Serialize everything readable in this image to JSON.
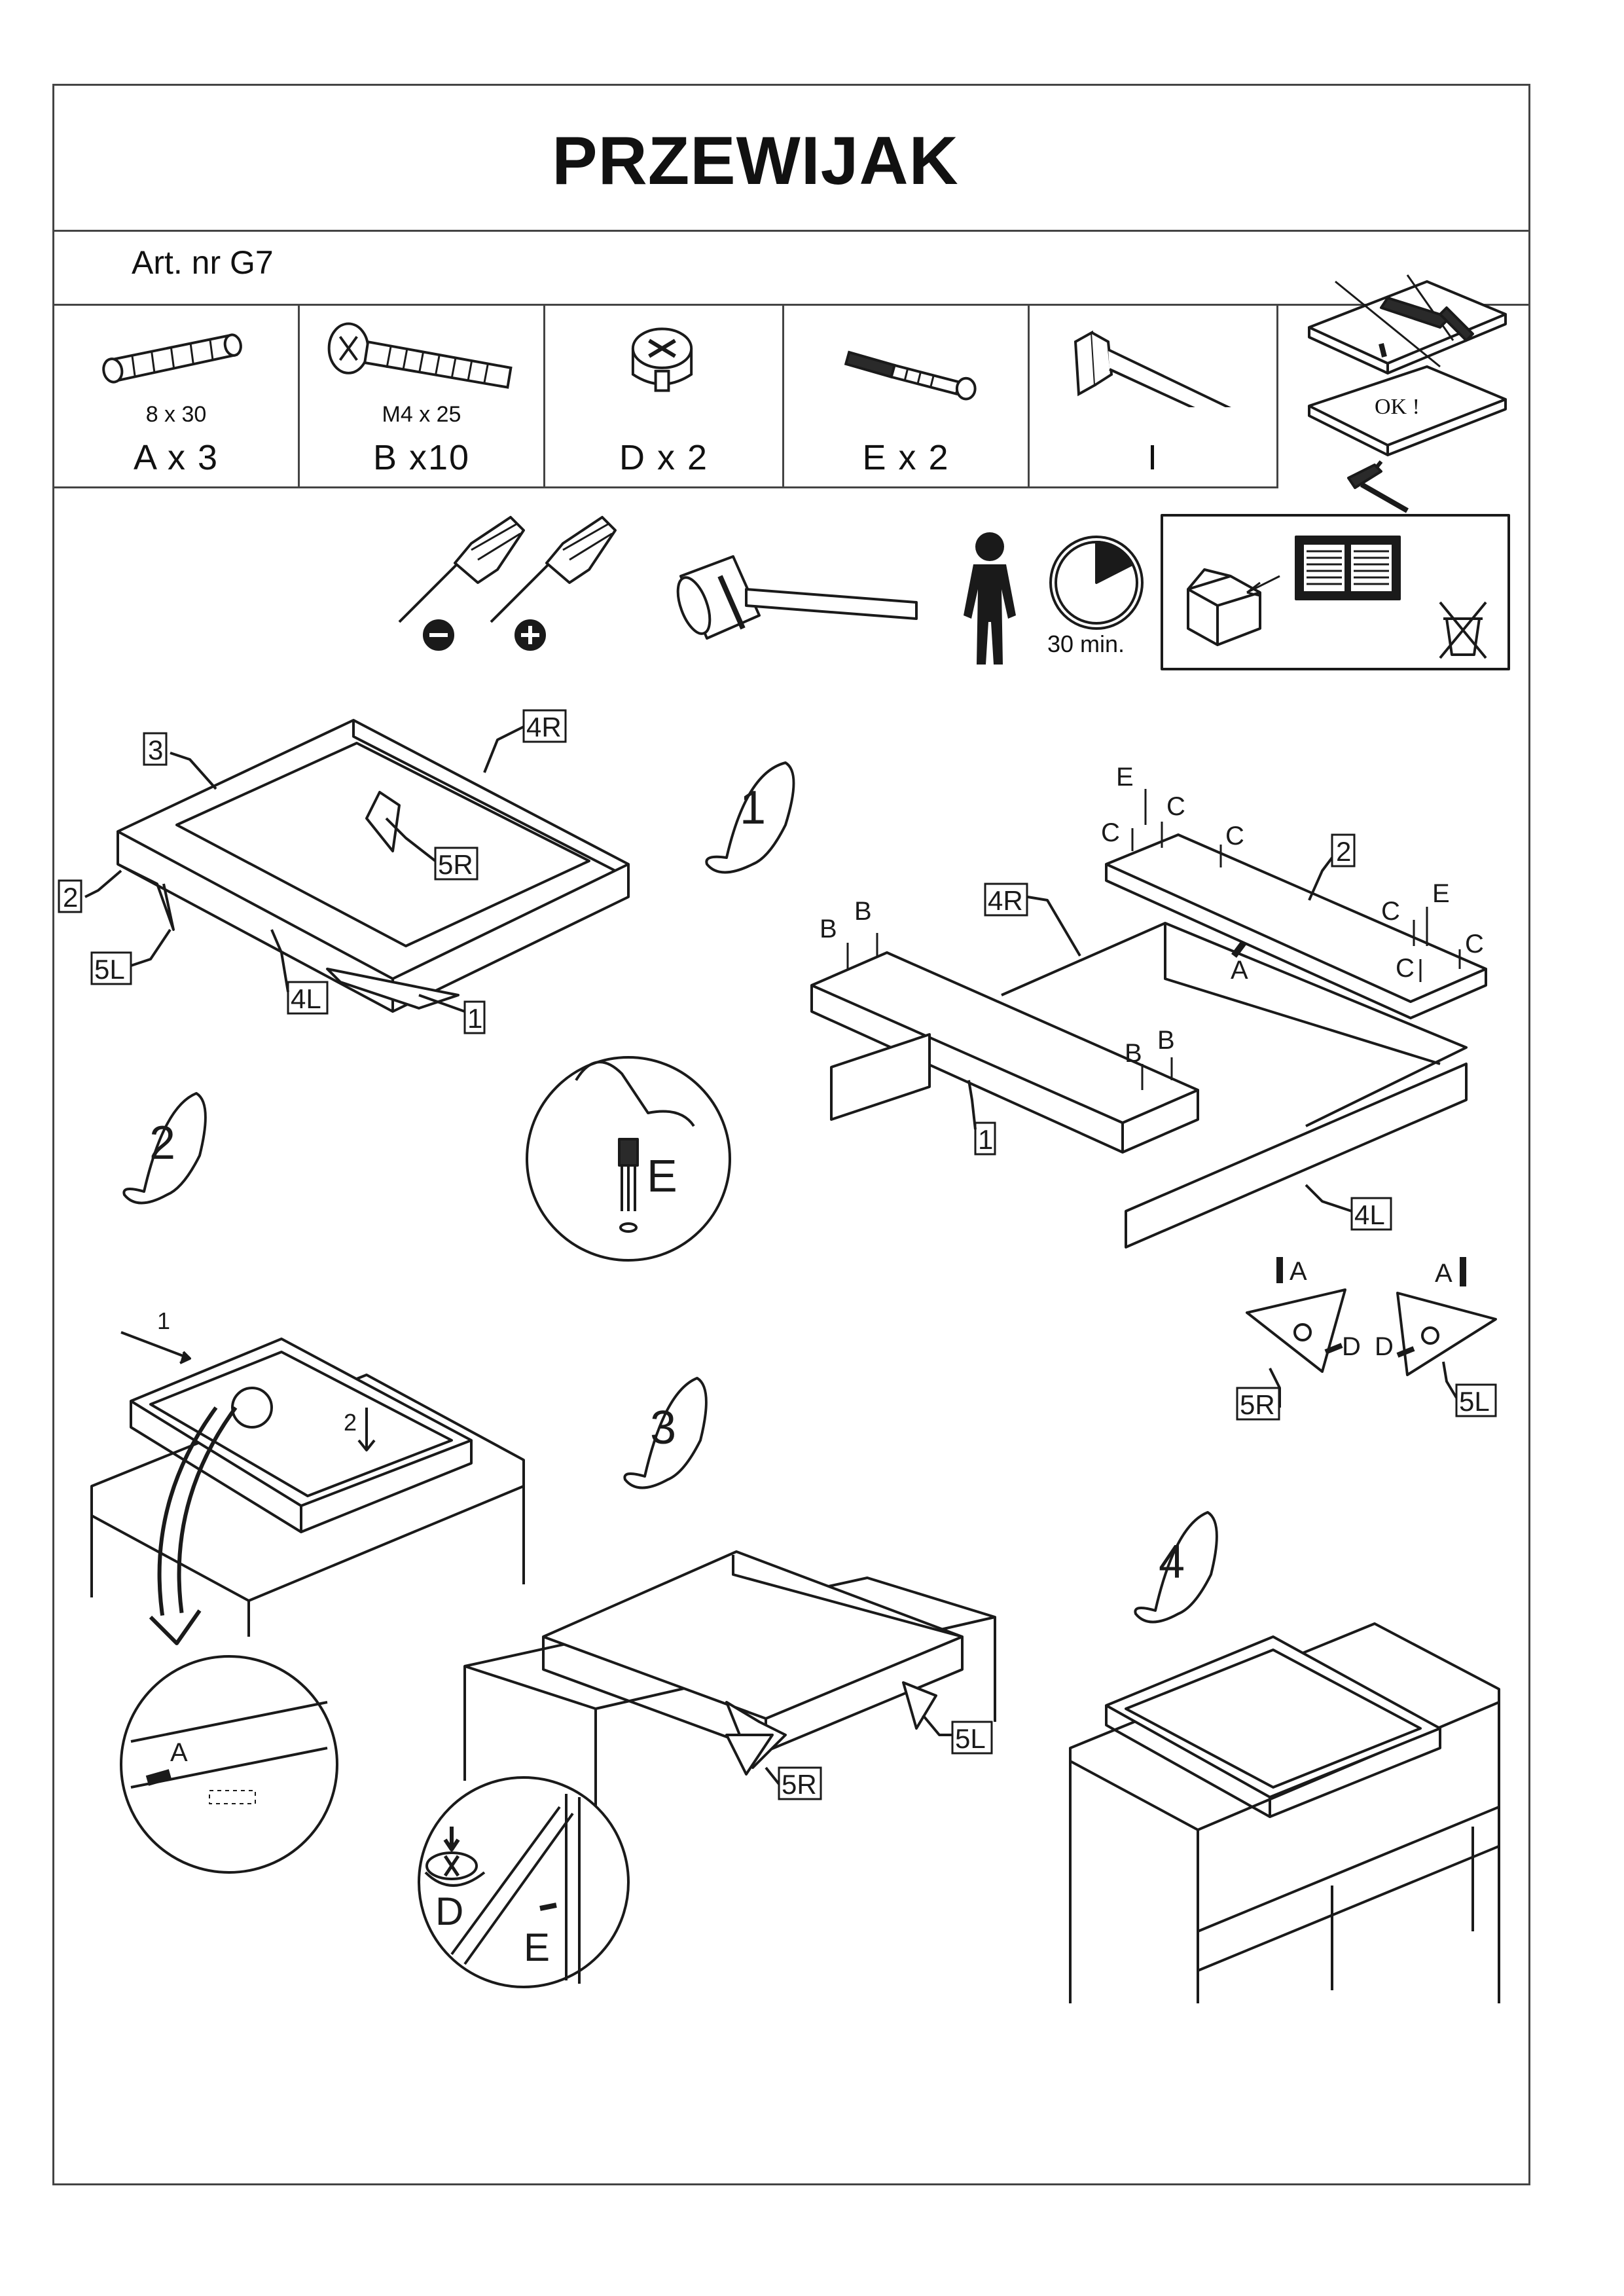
{
  "header": {
    "title": "PRZEWIJAK",
    "article_label": "Art. nr G7"
  },
  "parts": [
    {
      "id": "A",
      "size": "8 x 30",
      "count": "A x 3",
      "icon": "dowel-icon"
    },
    {
      "id": "B",
      "size": "M4 x 25",
      "count": "B x10",
      "icon": "bolt-icon"
    },
    {
      "id": "D",
      "size": "",
      "count": "D x 2",
      "icon": "cam-lock-icon"
    },
    {
      "id": "E",
      "size": "",
      "count": "E x 2",
      "icon": "cam-bolt-icon"
    },
    {
      "id": "I",
      "size": "",
      "count": "I",
      "icon": "allen-key-icon"
    }
  ],
  "tools": {
    "minus_symbol": "−",
    "plus_symbol": "+",
    "time": "30 min.",
    "ok_text": "OK !"
  },
  "steps": [
    "1",
    "2",
    "3",
    "4"
  ],
  "labels": {
    "p1": "1",
    "p2": "2",
    "p3": "3",
    "p4r": "4R",
    "p4l": "4L",
    "p5r": "5R",
    "p5l": "5L",
    "a": "A",
    "b": "B",
    "c": "C",
    "d": "D",
    "e": "E",
    "arrow1": "1",
    "arrow2": "2"
  },
  "colors": {
    "line": "#1a1a1a",
    "frame": "#444444",
    "fill_dark": "#2a2a2a",
    "fill_light": "#ffffff"
  }
}
